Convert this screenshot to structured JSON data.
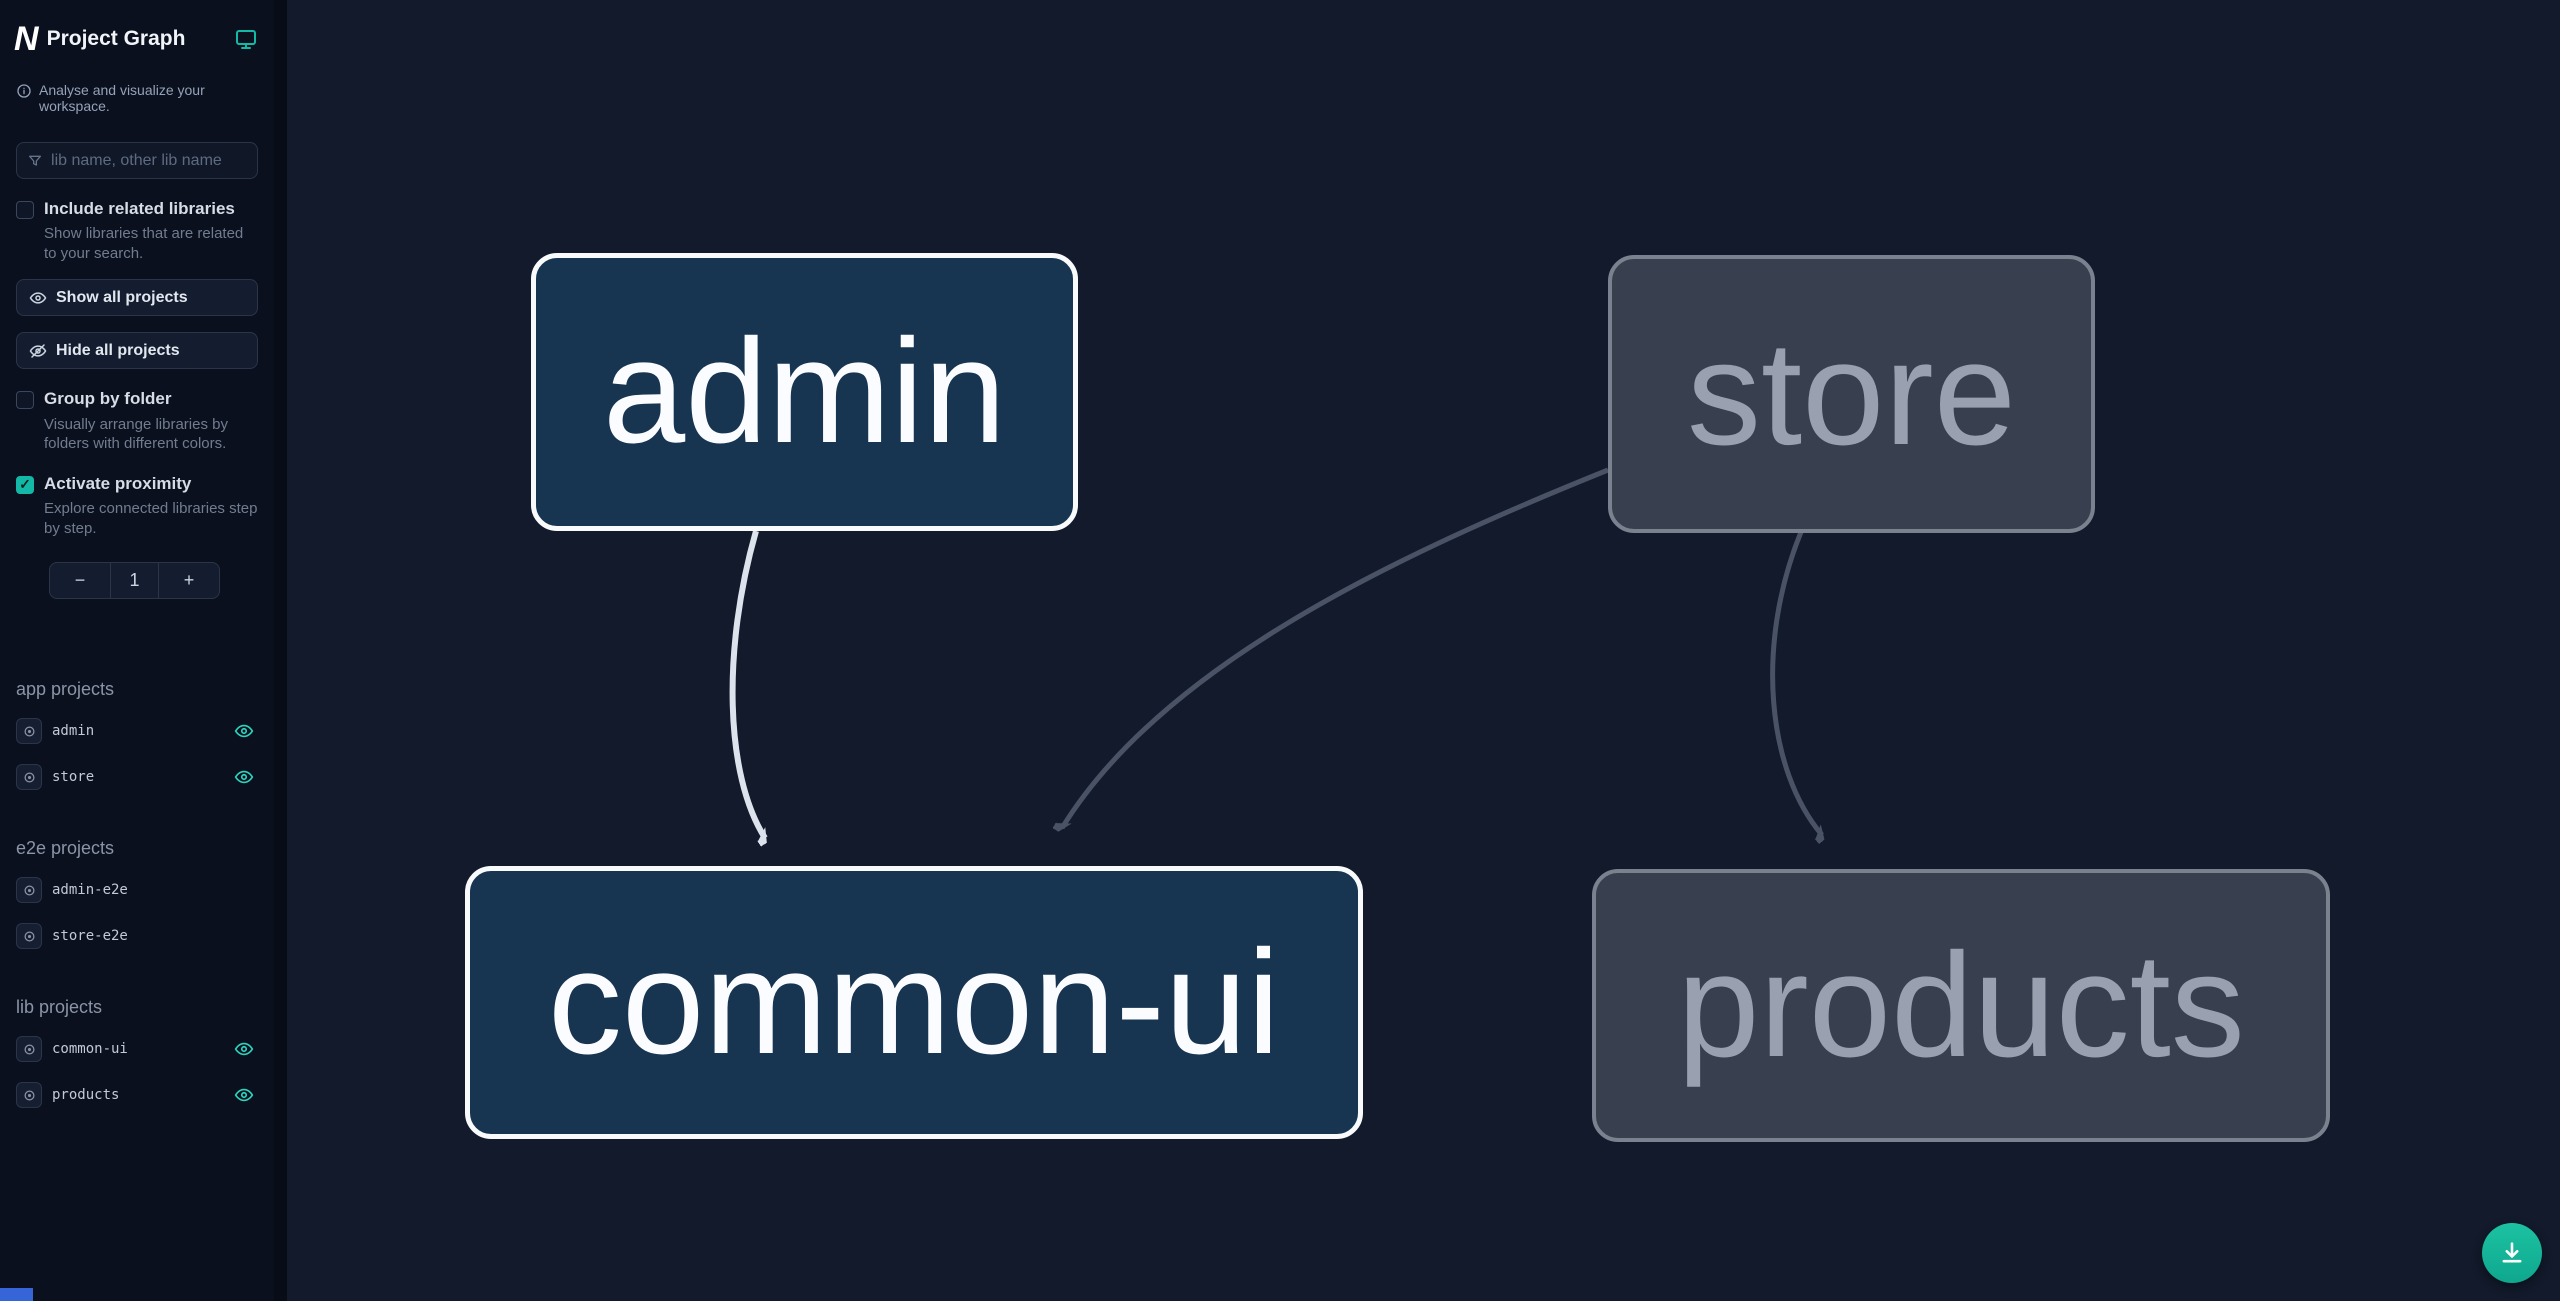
{
  "app": {
    "title": "Project Graph"
  },
  "sidebar": {
    "tagline": "Analyse and visualize your workspace.",
    "filter": {
      "placeholder": "lib name, other lib name"
    },
    "checkboxes": [
      {
        "label": "Include related libraries",
        "description": "Show libraries that are related to your search.",
        "checked": false
      },
      {
        "label": "Group by folder",
        "description": "Visually arrange libraries by folders with different colors.",
        "checked": false
      },
      {
        "label": "Activate proximity",
        "description": "Explore connected libraries step by step.",
        "checked": true
      }
    ],
    "buttons": {
      "show_all": "Show all projects",
      "hide_all": "Hide all projects"
    },
    "proximity": {
      "value": "1",
      "decrement": "−",
      "increment": "+"
    },
    "sections": [
      {
        "title": "app projects",
        "items": [
          {
            "name": "admin",
            "visible": true
          },
          {
            "name": "store",
            "visible": true
          }
        ]
      },
      {
        "title": "e2e projects",
        "items": [
          {
            "name": "admin-e2e",
            "visible": false
          },
          {
            "name": "store-e2e",
            "visible": false
          }
        ]
      },
      {
        "title": "lib projects",
        "items": [
          {
            "name": "common-ui",
            "visible": true
          },
          {
            "name": "products",
            "visible": true
          }
        ]
      }
    ]
  },
  "graph": {
    "nodes": [
      {
        "id": "admin",
        "label": "admin",
        "state": "highlighted"
      },
      {
        "id": "store",
        "label": "store",
        "state": "faded"
      },
      {
        "id": "common-ui",
        "label": "common-ui",
        "state": "highlighted"
      },
      {
        "id": "products",
        "label": "products",
        "state": "faded"
      }
    ],
    "edges": [
      {
        "from": "admin",
        "to": "common-ui",
        "state": "highlighted"
      },
      {
        "from": "store",
        "to": "common-ui",
        "state": "faded"
      },
      {
        "from": "store",
        "to": "products",
        "state": "faded"
      }
    ]
  },
  "colors": {
    "accent_teal": "#14b8a6",
    "sidebar_bg": "#0a101d",
    "canvas_bg": "#121a2b",
    "node_highlight_fill": "#173450",
    "node_highlight_border": "#f8fafc",
    "node_faded_fill": "#38404f",
    "node_faded_border": "#7a828f",
    "edge_highlight": "#dde3ec",
    "edge_faded": "#4a5366",
    "corner_blue": "#3565d6"
  }
}
